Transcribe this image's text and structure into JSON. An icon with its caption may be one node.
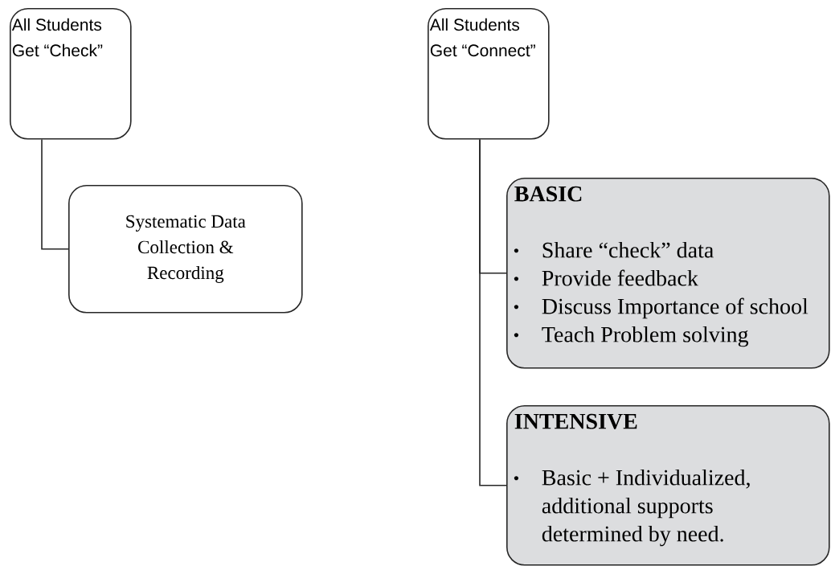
{
  "diagram": {
    "nodes": [
      {
        "text": [
          "All Students Get “Check”"
        ]
      },
      {
        "text": [
          "Systematic Data Collection & Recording"
        ]
      },
      {
        "text": [
          "All Students Get “Connect”"
        ]
      },
      {
        "text": [
          "BASIC",
          "Share “check” data",
          "Provide feedback",
          "Discuss Importance of school",
          "Teach Problem solving"
        ]
      },
      {
        "text": [
          "INTENSIVE",
          "Basic + Individualized, additional supports determined by need."
        ]
      }
    ],
    "edges": [
      {
        "from": 0,
        "to": 1,
        "arrow": "none"
      },
      {
        "from": 2,
        "to": 3,
        "arrow": "none"
      },
      {
        "from": 2,
        "to": 4,
        "arrow": "none"
      }
    ]
  }
}
